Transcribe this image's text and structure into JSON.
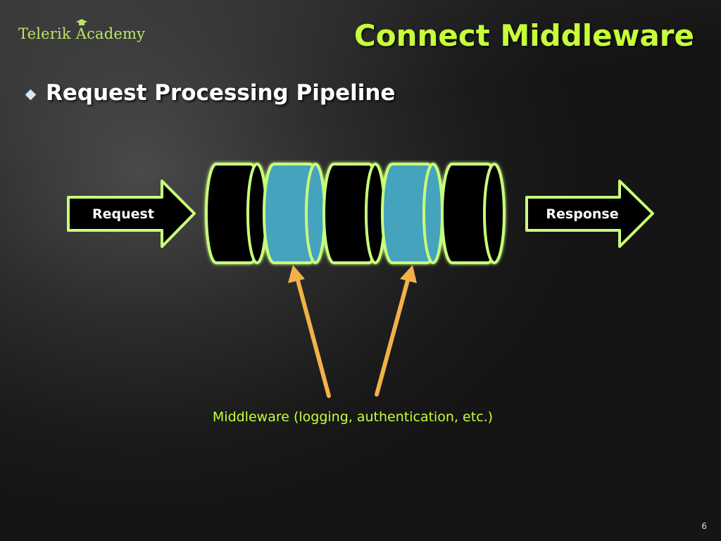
{
  "logo": "Telerik Academy",
  "title": "Connect Middleware",
  "bullet": "Request Processing Pipeline",
  "diagram": {
    "request_label": "Request",
    "response_label": "Response",
    "caption": "Middleware (logging, authentication, etc.)",
    "segments": [
      "black",
      "teal",
      "black",
      "teal",
      "black"
    ]
  },
  "colors": {
    "accent": "#c6ff3a",
    "outline": "#c8ff7a",
    "teal": "#45a3bd",
    "arrow": "#f4b04a"
  },
  "page_number": "6"
}
